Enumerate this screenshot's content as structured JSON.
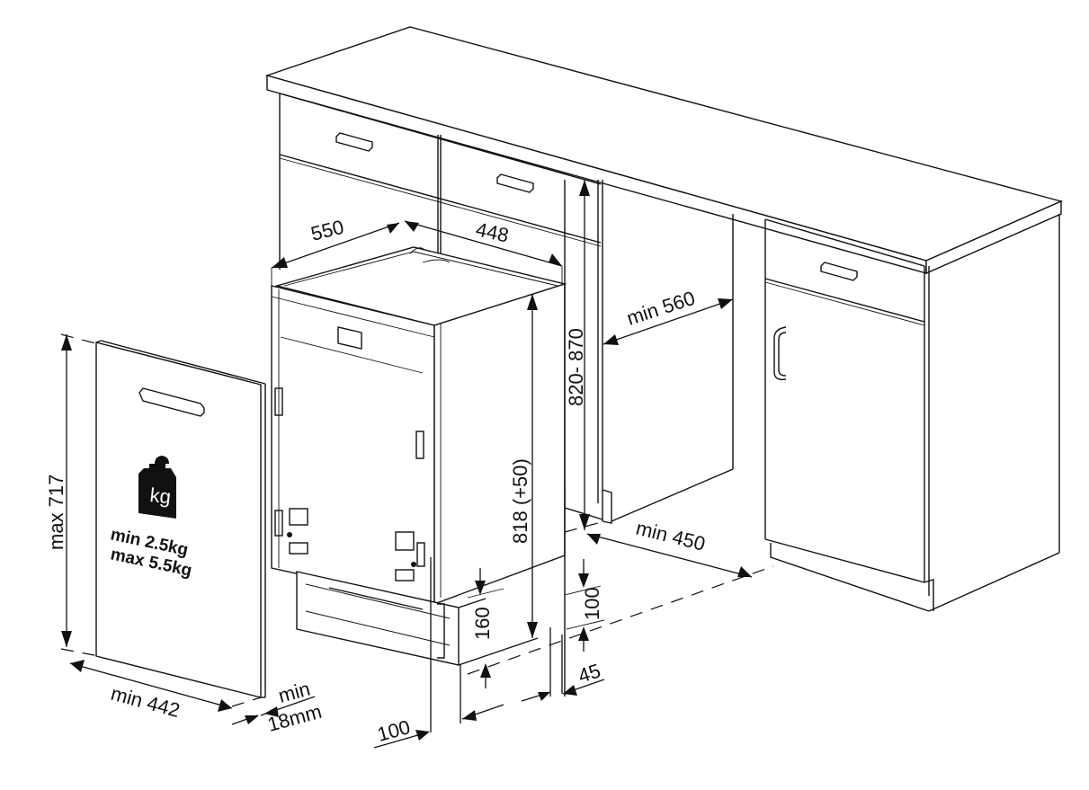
{
  "diagram": {
    "type": "built-in dishwasher installation dimensions",
    "units": "mm",
    "colors": {
      "line": "#111111",
      "background": "#ffffff"
    }
  },
  "door_panel": {
    "height_label": "max 717",
    "width_label": "min 442",
    "thickness_label_1": "min",
    "thickness_label_2": "18mm",
    "weight_icon": "kg-weight-icon",
    "weight_icon_text": "kg",
    "weight_min": "min  2.5kg",
    "weight_max": "max 5.5kg"
  },
  "appliance": {
    "depth_label": "550",
    "width_label": "448",
    "height_label": "818 (+50)",
    "kick_height_label": "160",
    "front_offset_label": "100"
  },
  "niche": {
    "height_label": "820- 870",
    "depth_label": "min 560",
    "width_label": "min 450",
    "plinth_height_label": "100",
    "plinth_depth_label": "45"
  }
}
